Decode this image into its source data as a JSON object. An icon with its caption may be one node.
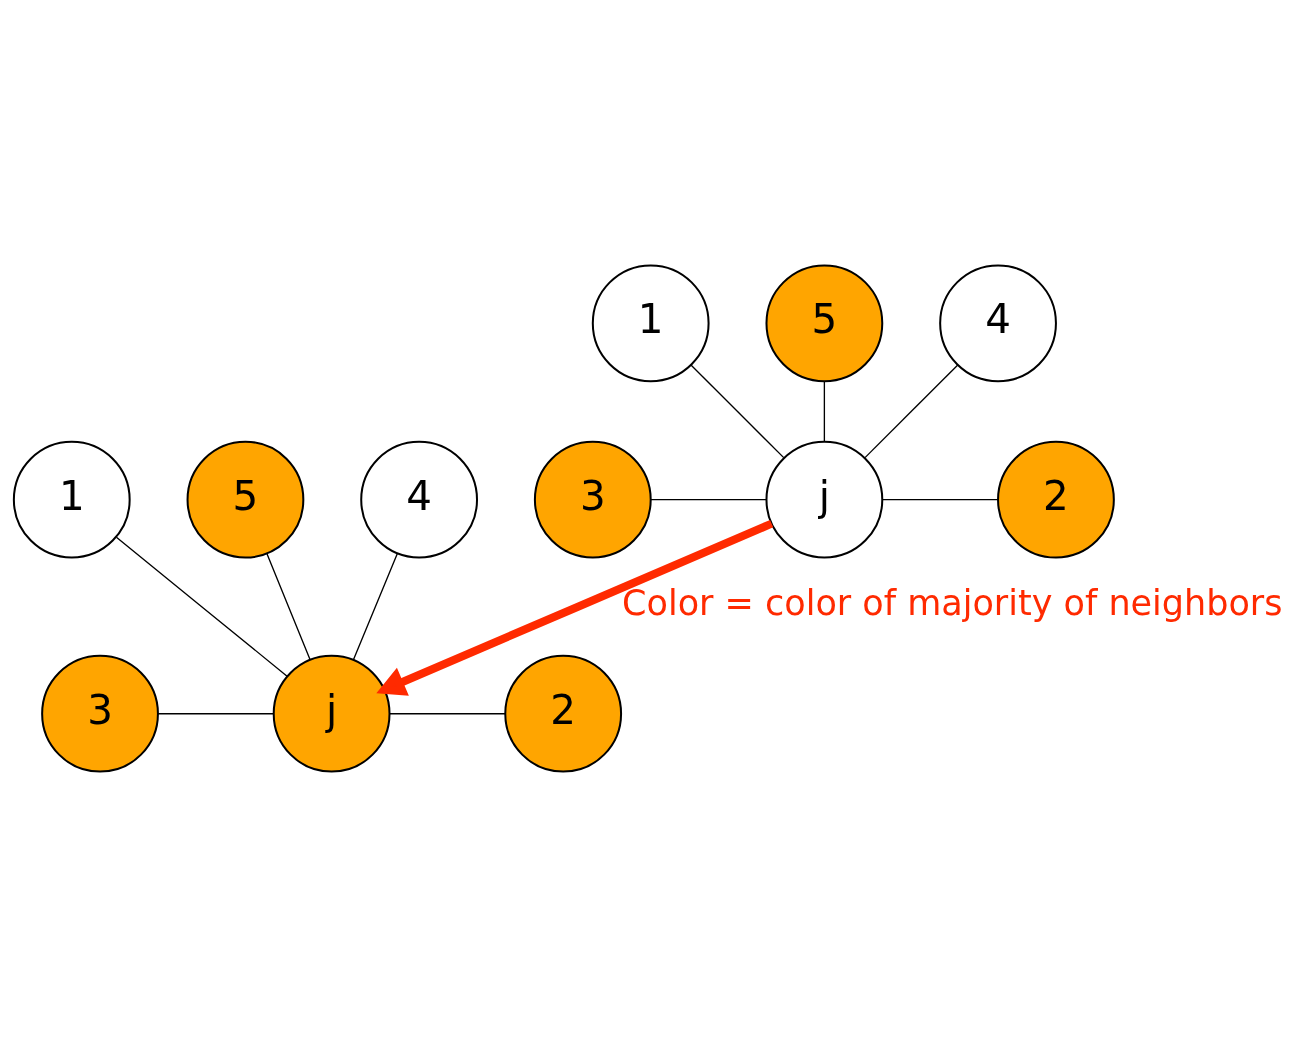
{
  "diagram": {
    "nodes": [
      {
        "text": [
          "1"
        ]
      },
      {
        "text": [
          "5"
        ]
      },
      {
        "text": [
          "4"
        ]
      },
      {
        "text": [
          "3"
        ]
      },
      {
        "text": [
          "j"
        ]
      },
      {
        "text": [
          "2"
        ]
      },
      {
        "text": [
          "1"
        ]
      },
      {
        "text": [
          "5"
        ]
      },
      {
        "text": [
          "4"
        ]
      },
      {
        "text": [
          "3"
        ]
      },
      {
        "text": [
          "j"
        ]
      },
      {
        "text": [
          "2"
        ]
      }
    ],
    "edges": [
      {
        "from": 0,
        "to": 4,
        "arrow": "none"
      },
      {
        "from": 1,
        "to": 4,
        "arrow": "none"
      },
      {
        "from": 2,
        "to": 4,
        "arrow": "none"
      },
      {
        "from": 3,
        "to": 4,
        "arrow": "none"
      },
      {
        "from": 4,
        "to": 5,
        "arrow": "none"
      },
      {
        "from": 4,
        "to": 10,
        "arrow": "to",
        "label": "Color = color of majority of neighbors",
        "style": "thick",
        "color": "#ff2a00"
      },
      {
        "from": 6,
        "to": 10,
        "arrow": "none"
      },
      {
        "from": 7,
        "to": 10,
        "arrow": "none"
      },
      {
        "from": 8,
        "to": 10,
        "arrow": "none"
      },
      {
        "from": 9,
        "to": 10,
        "arrow": "none"
      },
      {
        "from": 10,
        "to": 11,
        "arrow": "none"
      }
    ]
  }
}
